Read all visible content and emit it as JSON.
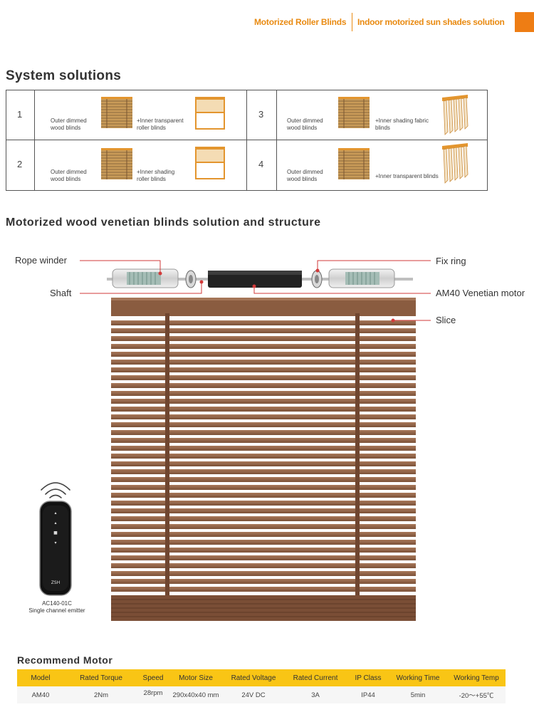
{
  "header": {
    "left_title": "Motorized  Roller Blinds",
    "right_title": "Indoor motorized sun shades solution",
    "accent": "#ee7d14"
  },
  "system": {
    "title": "System solutions",
    "cells": [
      {
        "num": "1",
        "left": "Outer dimmed\nwood blinds",
        "right": "+Inner transparent\nroller blinds"
      },
      {
        "num": "2",
        "left": "Outer dimmed\nwood blinds",
        "right": "+Inner shading\nroller blinds"
      },
      {
        "num": "3",
        "left": "Outer dimmed\nwood blinds",
        "right": "+Inner shading fabric\nblinds"
      },
      {
        "num": "4",
        "left": "Outer dimmed\nwood blinds",
        "right": "+Inner transparent blinds"
      }
    ]
  },
  "structure": {
    "title": "Motorized wood venetian blinds solution and structure",
    "callouts": {
      "rope_winder": "Rope winder",
      "shaft": "Shaft",
      "fix_ring": "Fix ring",
      "motor": "AM40 Venetian motor",
      "slice": "Slice"
    },
    "remote": {
      "model": "AC140-01C",
      "desc": "Single channel emitter",
      "logo": "ZSH"
    }
  },
  "motor": {
    "title": "Recommend Motor",
    "headers": [
      "Model",
      "Rated Torque",
      "Speed",
      "Motor Size",
      "Rated Voltage",
      "Rated Current",
      "IP Class",
      "Working Time",
      "Working Temp"
    ],
    "values": [
      "AM40",
      "2Nm",
      "28rpm",
      "290x40x40 mm",
      "24V DC",
      "3A",
      "IP44",
      "5min",
      "-20～+55℃"
    ]
  }
}
